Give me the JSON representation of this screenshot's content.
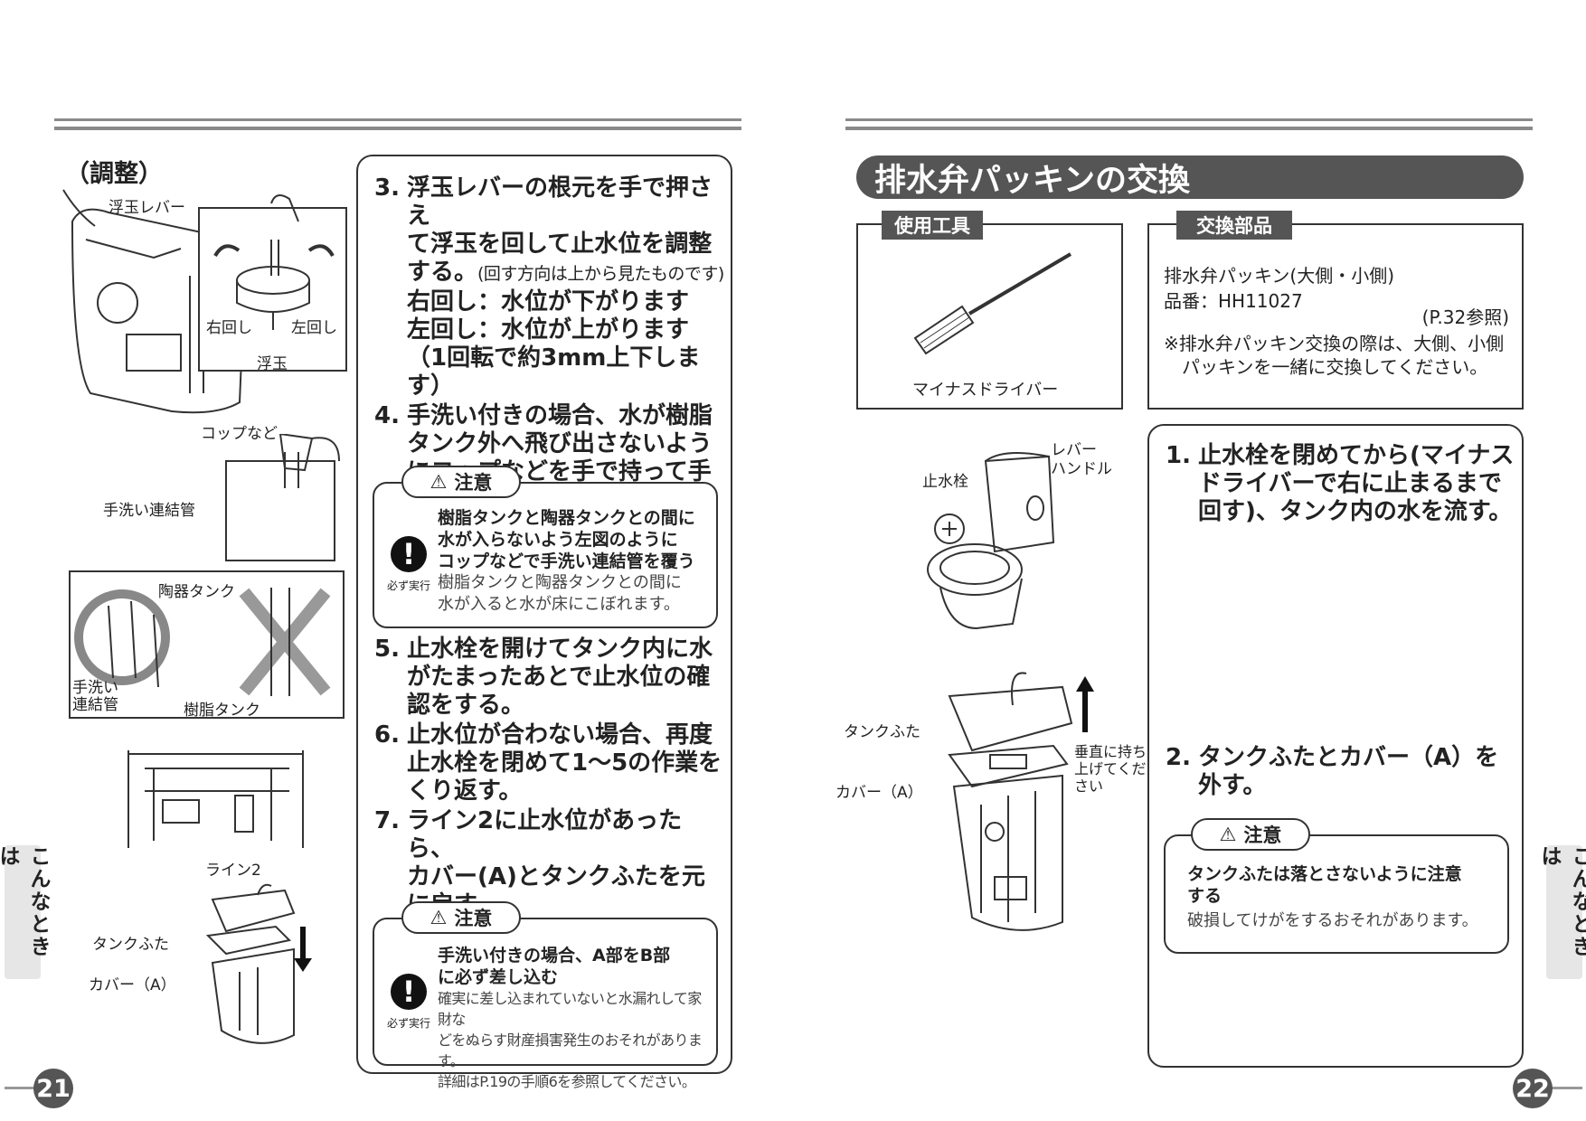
{
  "left_page": {
    "section_label": "（調整）",
    "illus_labels": {
      "float_lever": "浮玉レバー",
      "turn_right": "右回し",
      "turn_left": "左回し",
      "float": "浮玉",
      "cup": "コップなど",
      "handwash_pipe": "手洗い連結管",
      "ceramic_tank": "陶器タンク",
      "handwash_pipe2": "手洗い\n連結管",
      "resin_tank": "樹脂タンク",
      "line2": "ライン2",
      "tank_lid": "タンクふた",
      "cover_a": "カバー（A）"
    },
    "steps": [
      {
        "num": "3.",
        "text": "浮玉レバーの根元を手で押さえ\nて浮玉を回して止水位を調整\nする。",
        "note": "(回す方向は上から見たものです)",
        "extra": "右回し：水位が下がります\n左回し：水位が上がります\n（1回転で約3mm上下します）"
      },
      {
        "num": "4.",
        "text": "手洗い付きの場合、水が樹脂\nタンク外へ飛び出さないよう\nにコップなどを手で持って手\n洗い連結管を覆う。"
      },
      {
        "num": "5.",
        "text": "止水栓を開けてタンク内に水\nがたまったあとで止水位の確\n認をする。"
      },
      {
        "num": "6.",
        "text": "止水位が合わない場合、再度\n止水栓を閉めて1〜5の作業を\nくり返す。"
      },
      {
        "num": "7.",
        "text": "ライン2に止水位があったら、\nカバー(A)とタンクふたを元\nに戻す。"
      }
    ],
    "caution1": {
      "title": "注意",
      "must_label": "必ず実行",
      "bold": "樹脂タンクと陶器タンクとの間に\n水が入らないよう左図のように\nコップなどで手洗い連結管を覆う",
      "text": "樹脂タンクと陶器タンクとの間に\n水が入ると水が床にこぼれます。"
    },
    "caution2": {
      "title": "注意",
      "must_label": "必ず実行",
      "bold": "手洗い付きの場合、A部をB部\nに必ず差し込む",
      "text": "確実に差し込まれていないと水漏れして家財な\nどをぬらす財産損害発生のおそれがあります。\n詳細はP.19の手順6を参照してください。"
    },
    "side_tab": "こんなときは",
    "page_number": "21"
  },
  "right_page": {
    "title": "排水弁パッキンの交換",
    "tools": {
      "tab": "使用工具",
      "item": "マイナスドライバー"
    },
    "parts": {
      "tab": "交換部品",
      "name": "排水弁パッキン(大側・小側)",
      "part_no": "品番：HH11027",
      "ref": "(P.32参照)",
      "note": "※排水弁パッキン交換の際は、大側、小側\n　パッキンを一緒に交換してください。"
    },
    "illus_labels": {
      "stop_valve": "止水栓",
      "lever_handle": "レバー\nハンドル",
      "tank_lid": "タンクふた",
      "cover_a": "カバー（A）",
      "lift_note": "垂直に持ち\n上げてくだ\nさい"
    },
    "steps": [
      {
        "num": "1.",
        "text": "止水栓を閉めてから(マイナス\nドライバーで右に止まるまで\n回す)、タンク内の水を流す。"
      },
      {
        "num": "2.",
        "text": "タンクふたとカバー（A）を\n外す。"
      }
    ],
    "caution": {
      "title": "注意",
      "bold": "タンクふたは落とさないように注意\nする",
      "text": "破損してけがをするおそれがあります。"
    },
    "side_tab": "こんなときは",
    "page_number": "22"
  }
}
